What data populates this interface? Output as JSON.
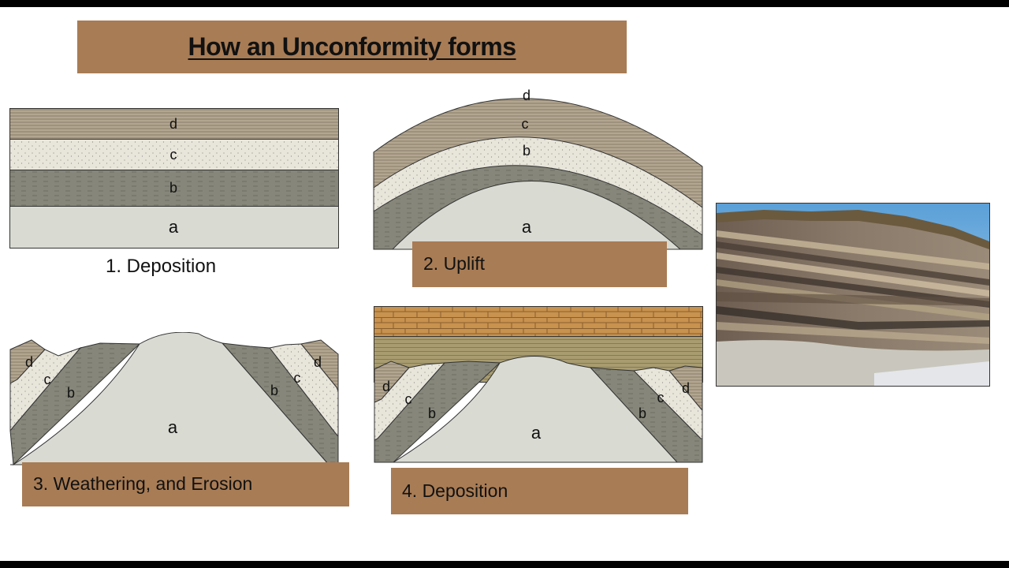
{
  "title": "How an Unconformity forms",
  "steps": {
    "s1": "1.  Deposition",
    "s2": "2. Uplift",
    "s3": "3. Weathering, and Erosion",
    "s4": "4. Deposition"
  },
  "layers": {
    "a": "a",
    "b": "b",
    "c": "c",
    "d": "d"
  },
  "colors": {
    "banner": "#a87c55",
    "layer_a": "#d9dbd3",
    "layer_b": "#86867a",
    "layer_c": "#e8e5db",
    "layer_d": "#b3a690",
    "brick": "#c8924f",
    "olive": "#a89c70"
  }
}
